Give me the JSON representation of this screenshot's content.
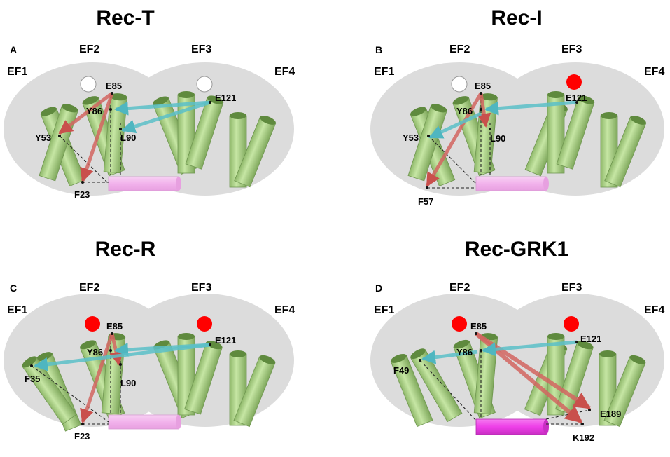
{
  "panels": [
    {
      "letter": "A",
      "title": "Rec-T",
      "ef_labels": [
        "EF1",
        "EF2",
        "EF3",
        "EF4"
      ],
      "ions": [
        {
          "site": "EF2",
          "filled": false
        },
        {
          "site": "EF3",
          "filled": false
        }
      ],
      "residues": [
        "E85",
        "Y86",
        "E121",
        "Y53",
        "L90",
        "F23"
      ],
      "peptide": "faint",
      "colors": {
        "ion_filled": "#ff0000",
        "ion_empty": "#ffffff",
        "red_arrow": "#d9534f",
        "blue_arrow": "#5bc0c8",
        "peptide": "#f5b8f0"
      }
    },
    {
      "letter": "B",
      "title": "Rec-I",
      "ef_labels": [
        "EF1",
        "EF2",
        "EF3",
        "EF4"
      ],
      "ions": [
        {
          "site": "EF2",
          "filled": false
        },
        {
          "site": "EF3",
          "filled": true
        }
      ],
      "residues": [
        "E85",
        "Y86",
        "E121",
        "Y53",
        "L90",
        "F57"
      ],
      "peptide": "faint",
      "colors": {
        "ion_filled": "#ff0000",
        "ion_empty": "#ffffff",
        "red_arrow": "#d9534f",
        "blue_arrow": "#5bc0c8",
        "peptide": "#f5b8f0"
      }
    },
    {
      "letter": "C",
      "title": "Rec-R",
      "ef_labels": [
        "EF1",
        "EF2",
        "EF3",
        "EF4"
      ],
      "ions": [
        {
          "site": "EF2",
          "filled": true
        },
        {
          "site": "EF3",
          "filled": true
        }
      ],
      "residues": [
        "E85",
        "Y86",
        "E121",
        "F35",
        "L90",
        "F23"
      ],
      "peptide": "faint",
      "colors": {
        "ion_filled": "#ff0000",
        "ion_empty": "#ffffff",
        "red_arrow": "#d9534f",
        "blue_arrow": "#5bc0c8",
        "peptide": "#f5b8f0"
      }
    },
    {
      "letter": "D",
      "title": "Rec-GRK1",
      "ef_labels": [
        "EF1",
        "EF2",
        "EF3",
        "EF4"
      ],
      "ions": [
        {
          "site": "EF2",
          "filled": true
        },
        {
          "site": "EF3",
          "filled": true
        }
      ],
      "residues": [
        "E85",
        "Y86",
        "E121",
        "F49",
        "E189",
        "K192"
      ],
      "peptide": "bright",
      "colors": {
        "ion_filled": "#ff0000",
        "ion_empty": "#ffffff",
        "red_arrow": "#d9534f",
        "blue_arrow": "#5bc0c8",
        "peptide": "#ee3fe8"
      }
    }
  ]
}
